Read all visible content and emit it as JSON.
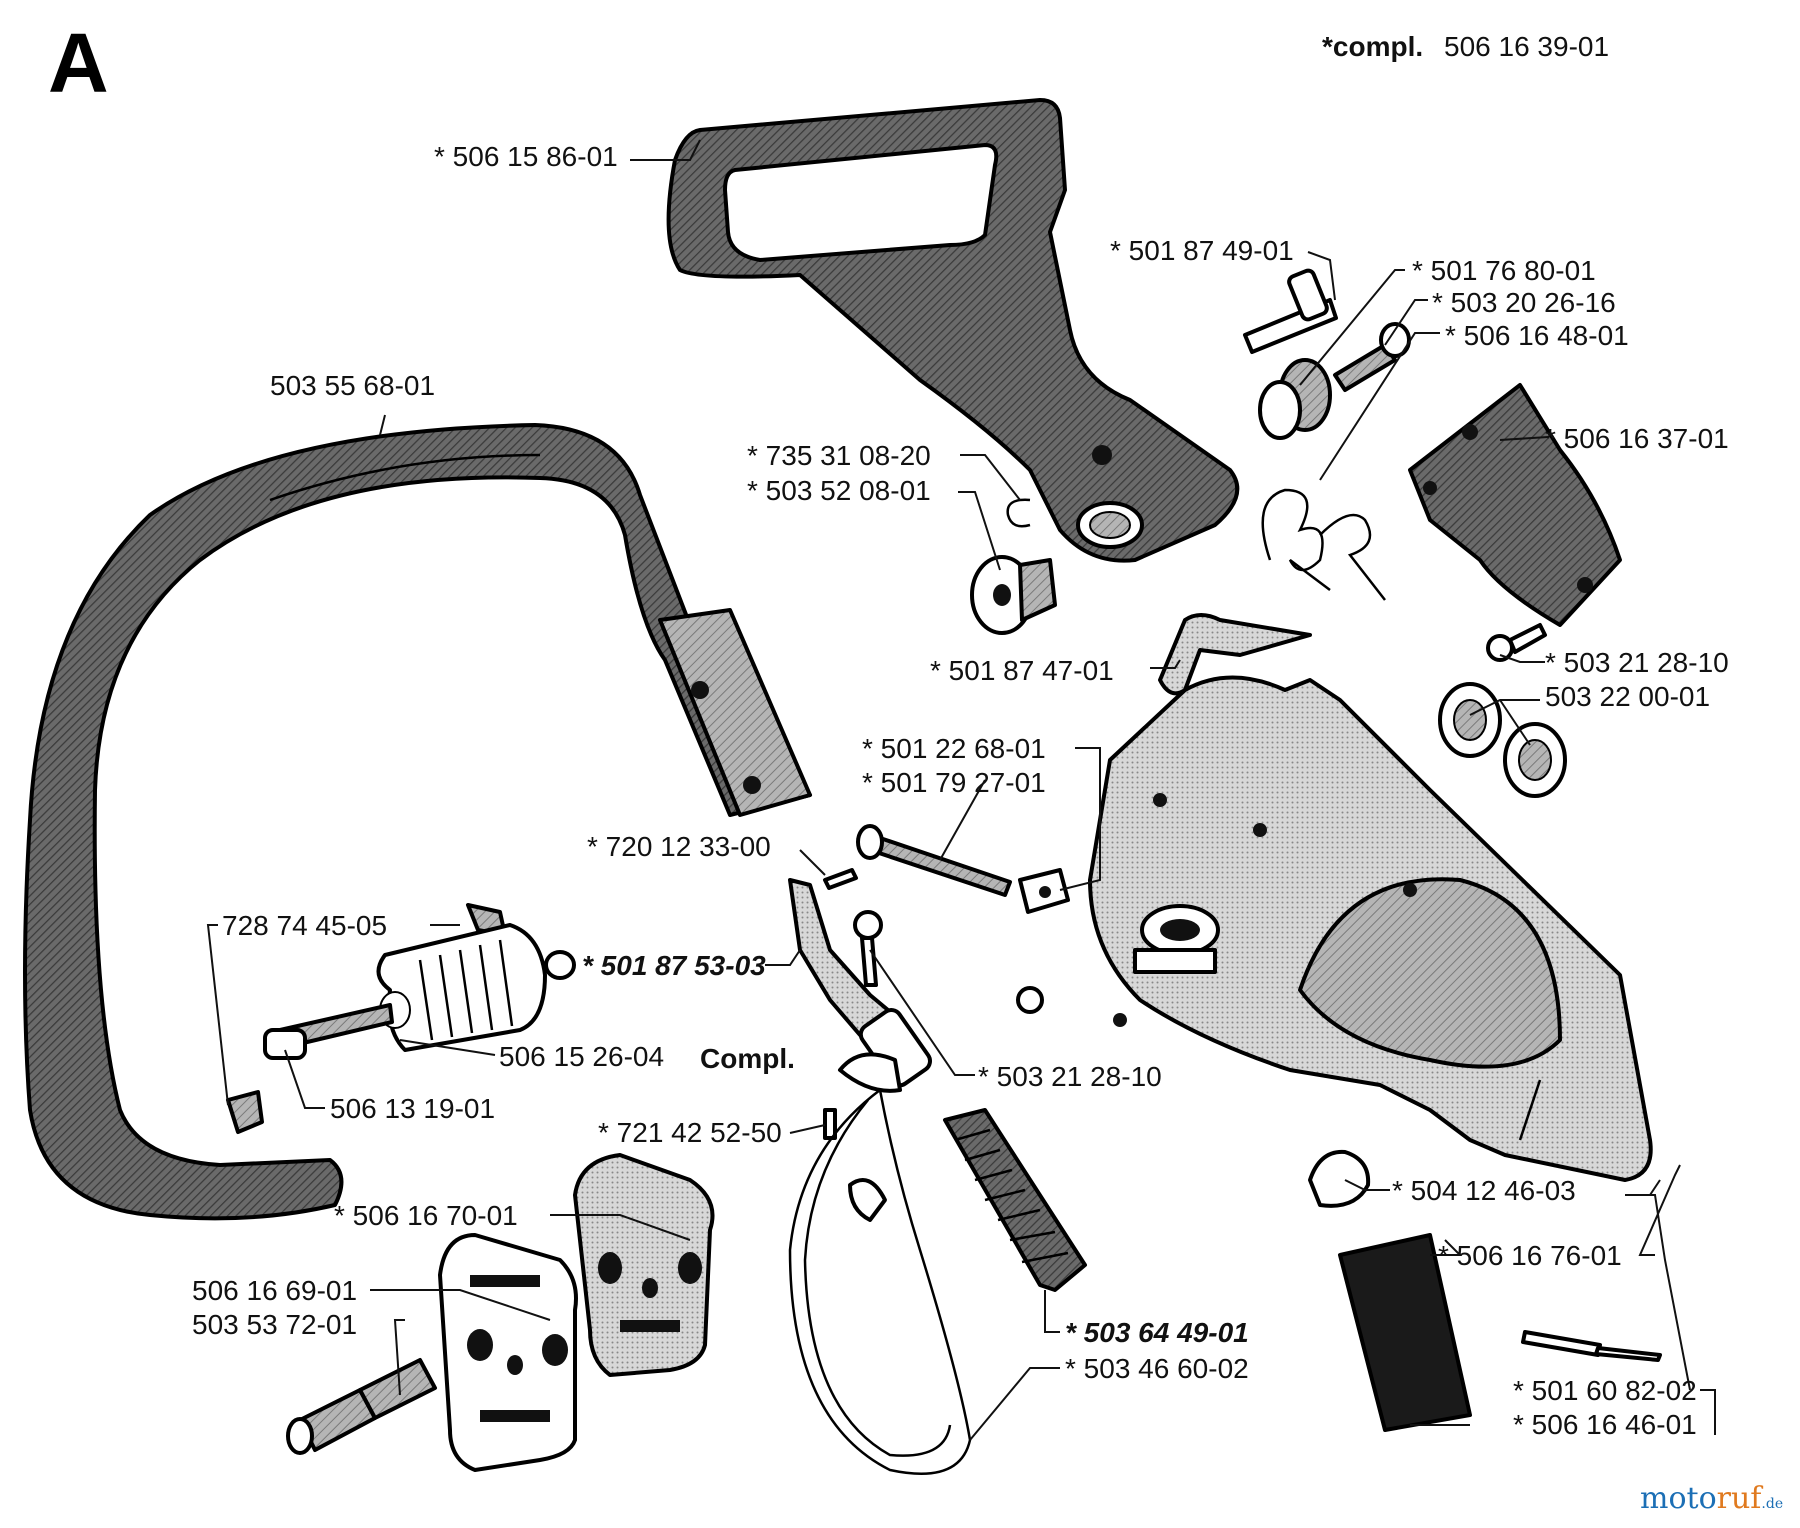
{
  "section_letter": "A",
  "compl_header": {
    "prefix": "*compl.",
    "number": "506 16 39-01"
  },
  "labels": {
    "l1": "* 506 15 86-01",
    "l2": "* 501 87 49-01",
    "l3": "* 501 76 80-01",
    "l4": "* 503 20 26-16",
    "l5": "* 506 16 48-01",
    "l6": "503 55 68-01",
    "l7": "* 735 31 08-20",
    "l8": "* 503 52 08-01",
    "l9": "* 506 16 37-01",
    "l10": "* 501 87 47-01",
    "l11": "* 503 21 28-10",
    "l12": "503 22 00-01",
    "l13": "* 501 22 68-01",
    "l14": "* 501 79 27-01",
    "l15": "* 720 12 33-00",
    "l16": "728 74 45-05",
    "l17": "* 501 87 53-03",
    "l18": "506 15 26-04",
    "l19": "Compl.",
    "l20": "* 503 21 28-10",
    "l21": "506 13 19-01",
    "l22": "* 721 42 52-50",
    "l23": "* 504 12 46-03",
    "l24": "* 506 16 70-01",
    "l25": "* 506 16 76-01",
    "l26": "506 16 69-01",
    "l27": "503 53 72-01",
    "l28": "* 503 64 49-01",
    "l29": "* 503 46 60-02",
    "l30": "* 501 60 82-02",
    "l31": "* 506 16 46-01"
  },
  "watermark": {
    "part1": "moto",
    "part2": "ruf",
    "suffix": ".de"
  }
}
